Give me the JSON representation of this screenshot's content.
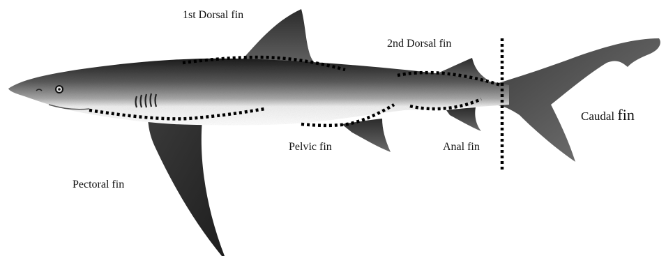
{
  "labels": {
    "first_dorsal": "1st Dorsal  fin",
    "second_dorsal": "2nd Dorsal  fin",
    "pelvic": "Pelvic fin",
    "anal": "Anal fin",
    "pectoral": "Pectoral fin",
    "caudal_word": "Caudal",
    "caudal_fin": "fin"
  },
  "colors": {
    "shark_dark": "#2a2a2a",
    "shark_mid": "#6e6e6e",
    "shark_belly": "#f2f2f2",
    "dotted_line": "#000000"
  }
}
